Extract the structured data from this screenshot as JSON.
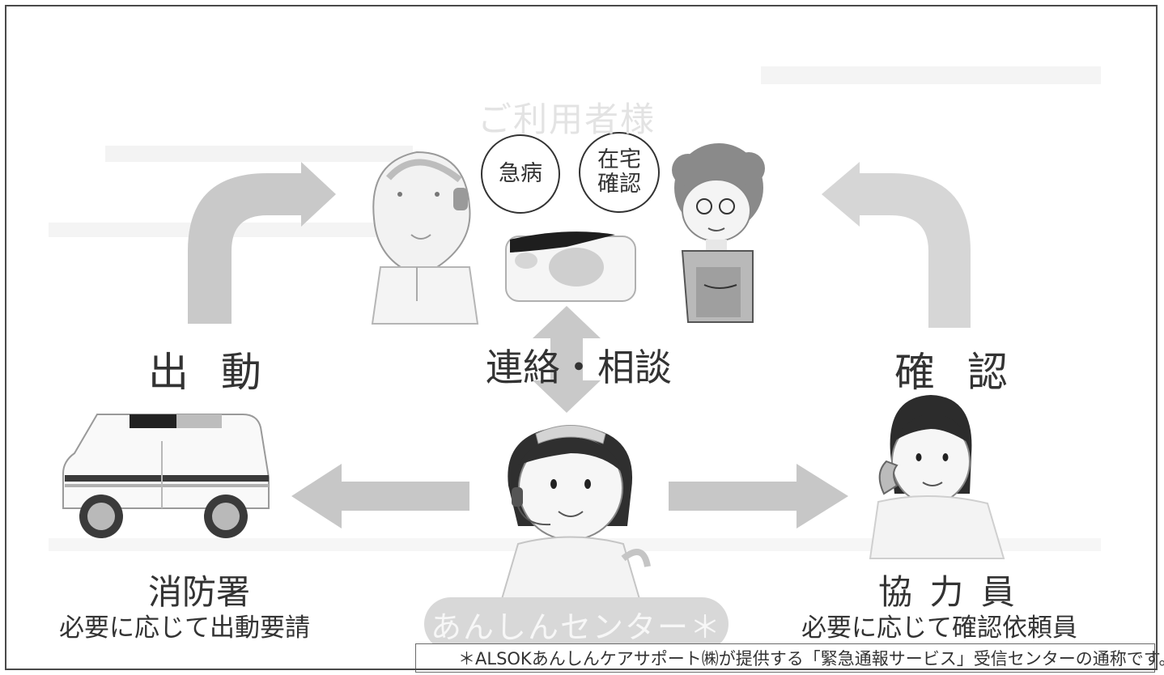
{
  "labels": {
    "user_title": "ご利用者様",
    "circle_left": "急病",
    "circle_right": "在宅\n確認",
    "left_action": "出 動",
    "center_action": "連絡・相談",
    "right_action": "確 認",
    "left_entity": "消防署",
    "left_entity_sub": "必要に応じて出動要請",
    "right_entity": "協 力 員",
    "right_entity_sub": "必要に応じて確認依頼員",
    "center_entity": "あんしんセンター＊",
    "footnote": "＊ALSOKあんしんケアサポート㈱が提供する「緊急通報サービス」受信センターの通称です。"
  },
  "colors": {
    "arrow_gray": "#c9c9c9",
    "text_dark": "#333333",
    "pale_text": "#e3e3e3"
  },
  "icons": {
    "ambulance": "ambulance-icon",
    "operator": "operator-headset-icon",
    "caller": "phone-caller-icon",
    "elderly_man": "elderly-man-icon",
    "elderly_woman": "elderly-woman-icon",
    "alarm_device": "emergency-alarm-device-icon"
  }
}
